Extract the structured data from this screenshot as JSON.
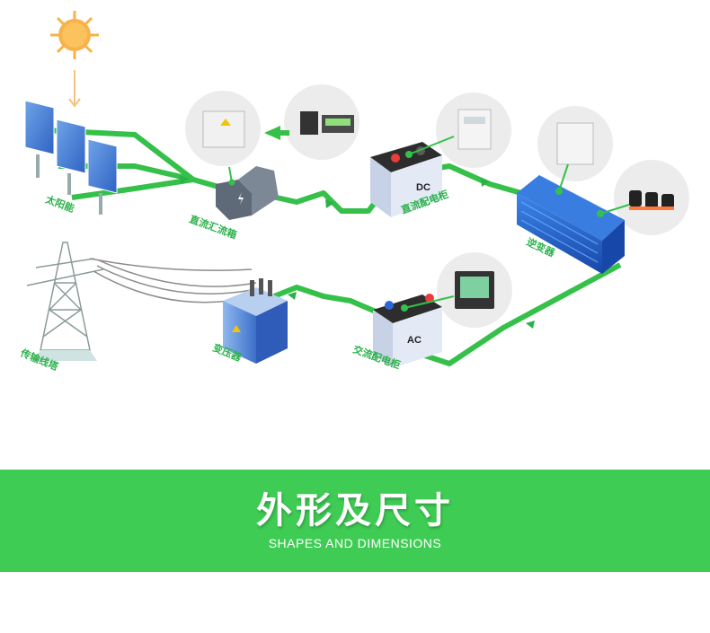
{
  "labels": {
    "solar_panel": "太阳能",
    "dc_combiner": "直流汇流箱",
    "dc_cabinet": "直流配电柜",
    "inverter": "逆变器",
    "transformer": "变压器",
    "ac_cabinet": "交流配电柜",
    "transmission_tower": "传输线塔"
  },
  "battery_tags": {
    "dc": "DC",
    "ac": "AC"
  },
  "banner": {
    "title": "外形及尺寸",
    "subtitle": "SHAPES AND DIMENSIONS"
  },
  "colors": {
    "wire": "#35c04a",
    "banner": "#3fcc54",
    "label": "#2ab14a",
    "sun": "#f7b24a",
    "inverter": "#1d5fc9"
  }
}
